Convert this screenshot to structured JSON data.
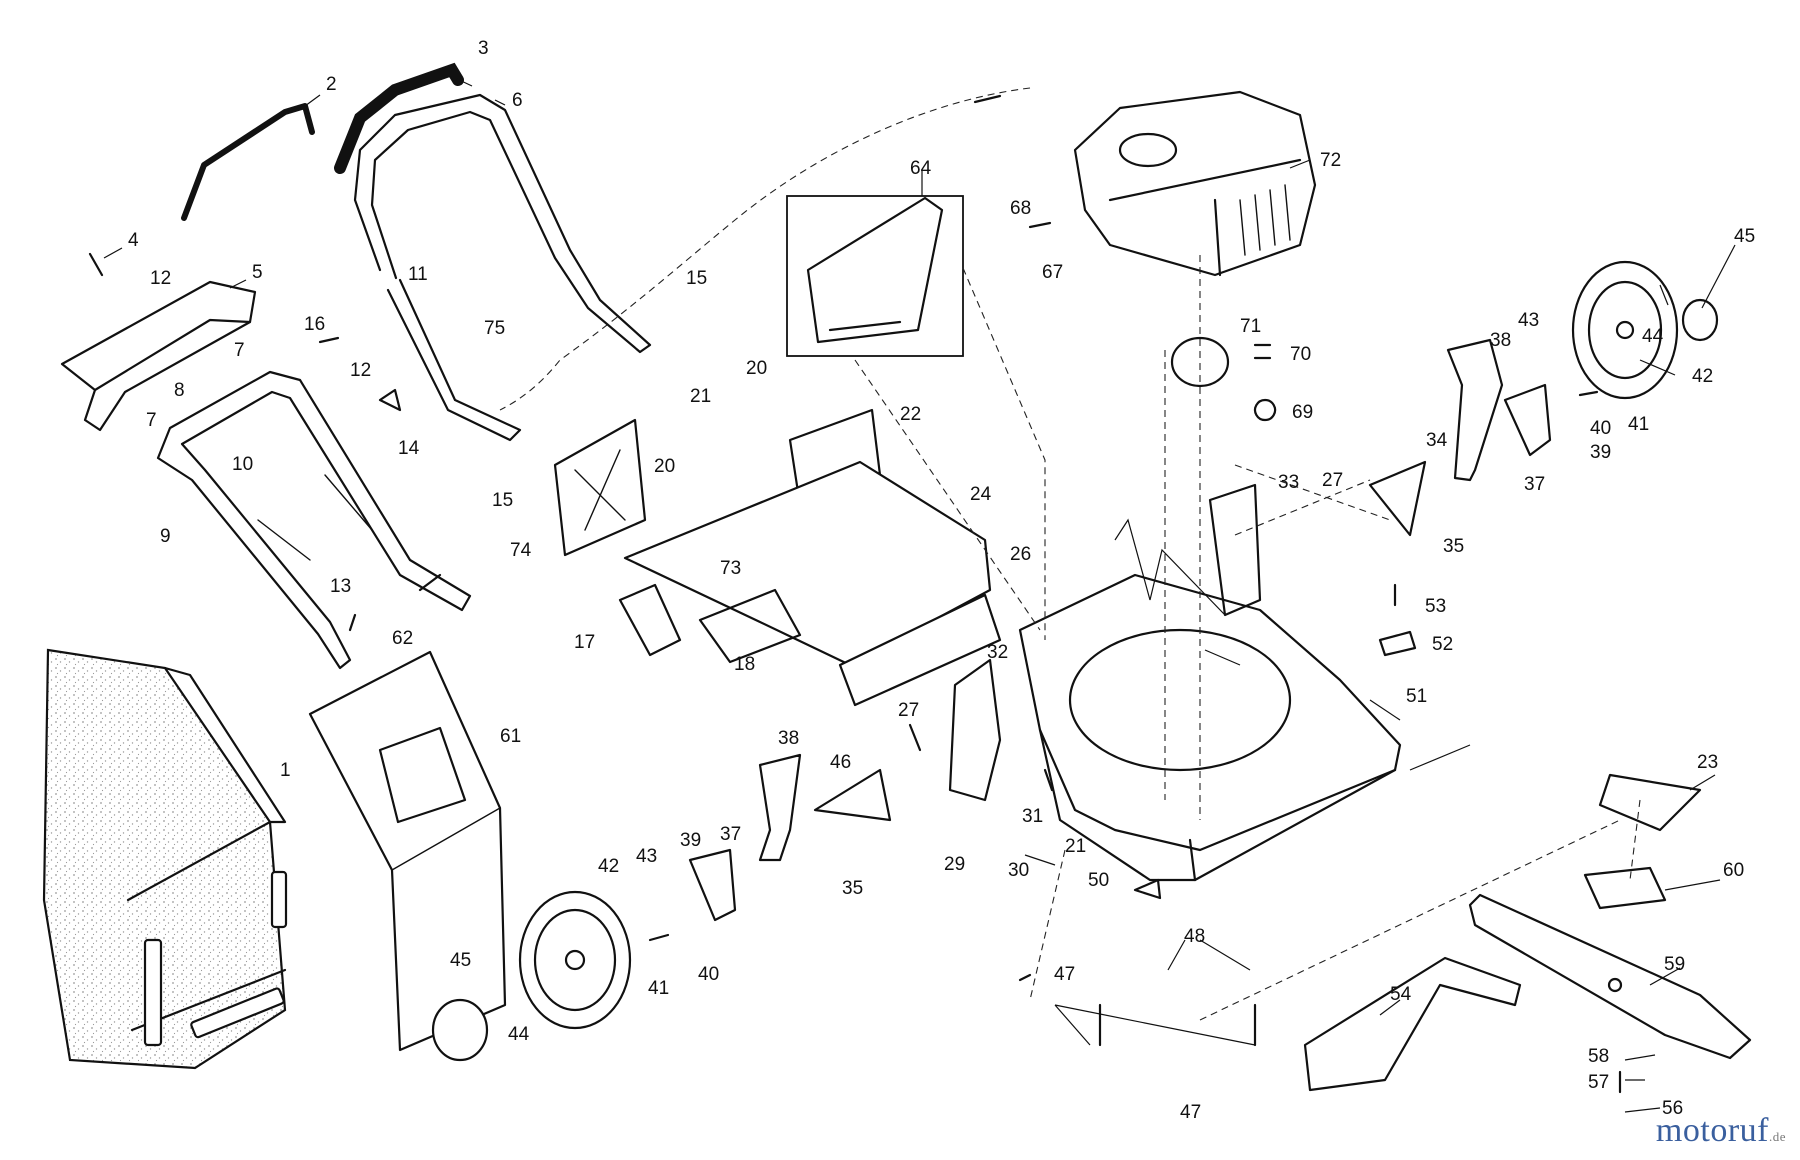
{
  "watermark": {
    "name": "motoruf",
    "tld": ".de"
  },
  "colors": {
    "ink": "#111111",
    "watermark": "#3a5f9e"
  },
  "callouts": [
    {
      "id": "c1",
      "label": "1"
    },
    {
      "id": "c2",
      "label": "2"
    },
    {
      "id": "c3",
      "label": "3"
    },
    {
      "id": "c4",
      "label": "4"
    },
    {
      "id": "c5",
      "label": "5"
    },
    {
      "id": "c6",
      "label": "6"
    },
    {
      "id": "c7a",
      "label": "7"
    },
    {
      "id": "c7b",
      "label": "7"
    },
    {
      "id": "c8",
      "label": "8"
    },
    {
      "id": "c9",
      "label": "9"
    },
    {
      "id": "c10",
      "label": "10"
    },
    {
      "id": "c11",
      "label": "11"
    },
    {
      "id": "c12a",
      "label": "12"
    },
    {
      "id": "c12b",
      "label": "12"
    },
    {
      "id": "c13",
      "label": "13"
    },
    {
      "id": "c14",
      "label": "14"
    },
    {
      "id": "c15a",
      "label": "15"
    },
    {
      "id": "c15b",
      "label": "15"
    },
    {
      "id": "c16",
      "label": "16"
    },
    {
      "id": "c17",
      "label": "17"
    },
    {
      "id": "c18",
      "label": "18"
    },
    {
      "id": "c20a",
      "label": "20"
    },
    {
      "id": "c20b",
      "label": "20"
    },
    {
      "id": "c21a",
      "label": "21"
    },
    {
      "id": "c21b",
      "label": "21"
    },
    {
      "id": "c22",
      "label": "22"
    },
    {
      "id": "c23",
      "label": "23"
    },
    {
      "id": "c24",
      "label": "24"
    },
    {
      "id": "c26",
      "label": "26"
    },
    {
      "id": "c27a",
      "label": "27"
    },
    {
      "id": "c27b",
      "label": "27"
    },
    {
      "id": "c29",
      "label": "29"
    },
    {
      "id": "c30",
      "label": "30"
    },
    {
      "id": "c31",
      "label": "31"
    },
    {
      "id": "c32",
      "label": "32"
    },
    {
      "id": "c33",
      "label": "33"
    },
    {
      "id": "c34",
      "label": "34"
    },
    {
      "id": "c35a",
      "label": "35"
    },
    {
      "id": "c35b",
      "label": "35"
    },
    {
      "id": "c37a",
      "label": "37"
    },
    {
      "id": "c37b",
      "label": "37"
    },
    {
      "id": "c38a",
      "label": "38"
    },
    {
      "id": "c38b",
      "label": "38"
    },
    {
      "id": "c39a",
      "label": "39"
    },
    {
      "id": "c39b",
      "label": "39"
    },
    {
      "id": "c40a",
      "label": "40"
    },
    {
      "id": "c40b",
      "label": "40"
    },
    {
      "id": "c41a",
      "label": "41"
    },
    {
      "id": "c41b",
      "label": "41"
    },
    {
      "id": "c42a",
      "label": "42"
    },
    {
      "id": "c42b",
      "label": "42"
    },
    {
      "id": "c43a",
      "label": "43"
    },
    {
      "id": "c43b",
      "label": "43"
    },
    {
      "id": "c44a",
      "label": "44"
    },
    {
      "id": "c44b",
      "label": "44"
    },
    {
      "id": "c45a",
      "label": "45"
    },
    {
      "id": "c45b",
      "label": "45"
    },
    {
      "id": "c46",
      "label": "46"
    },
    {
      "id": "c47a",
      "label": "47"
    },
    {
      "id": "c47b",
      "label": "47"
    },
    {
      "id": "c48",
      "label": "48"
    },
    {
      "id": "c50",
      "label": "50"
    },
    {
      "id": "c51",
      "label": "51"
    },
    {
      "id": "c52",
      "label": "52"
    },
    {
      "id": "c53",
      "label": "53"
    },
    {
      "id": "c54",
      "label": "54"
    },
    {
      "id": "c56",
      "label": "56"
    },
    {
      "id": "c57",
      "label": "57"
    },
    {
      "id": "c58",
      "label": "58"
    },
    {
      "id": "c59",
      "label": "59"
    },
    {
      "id": "c60",
      "label": "60"
    },
    {
      "id": "c61",
      "label": "61"
    },
    {
      "id": "c62",
      "label": "62"
    },
    {
      "id": "c64",
      "label": "64"
    },
    {
      "id": "c67",
      "label": "67"
    },
    {
      "id": "c68",
      "label": "68"
    },
    {
      "id": "c69",
      "label": "69"
    },
    {
      "id": "c70",
      "label": "70"
    },
    {
      "id": "c71",
      "label": "71"
    },
    {
      "id": "c72",
      "label": "72"
    },
    {
      "id": "c73",
      "label": "73"
    },
    {
      "id": "c74",
      "label": "74"
    },
    {
      "id": "c75",
      "label": "75"
    }
  ]
}
